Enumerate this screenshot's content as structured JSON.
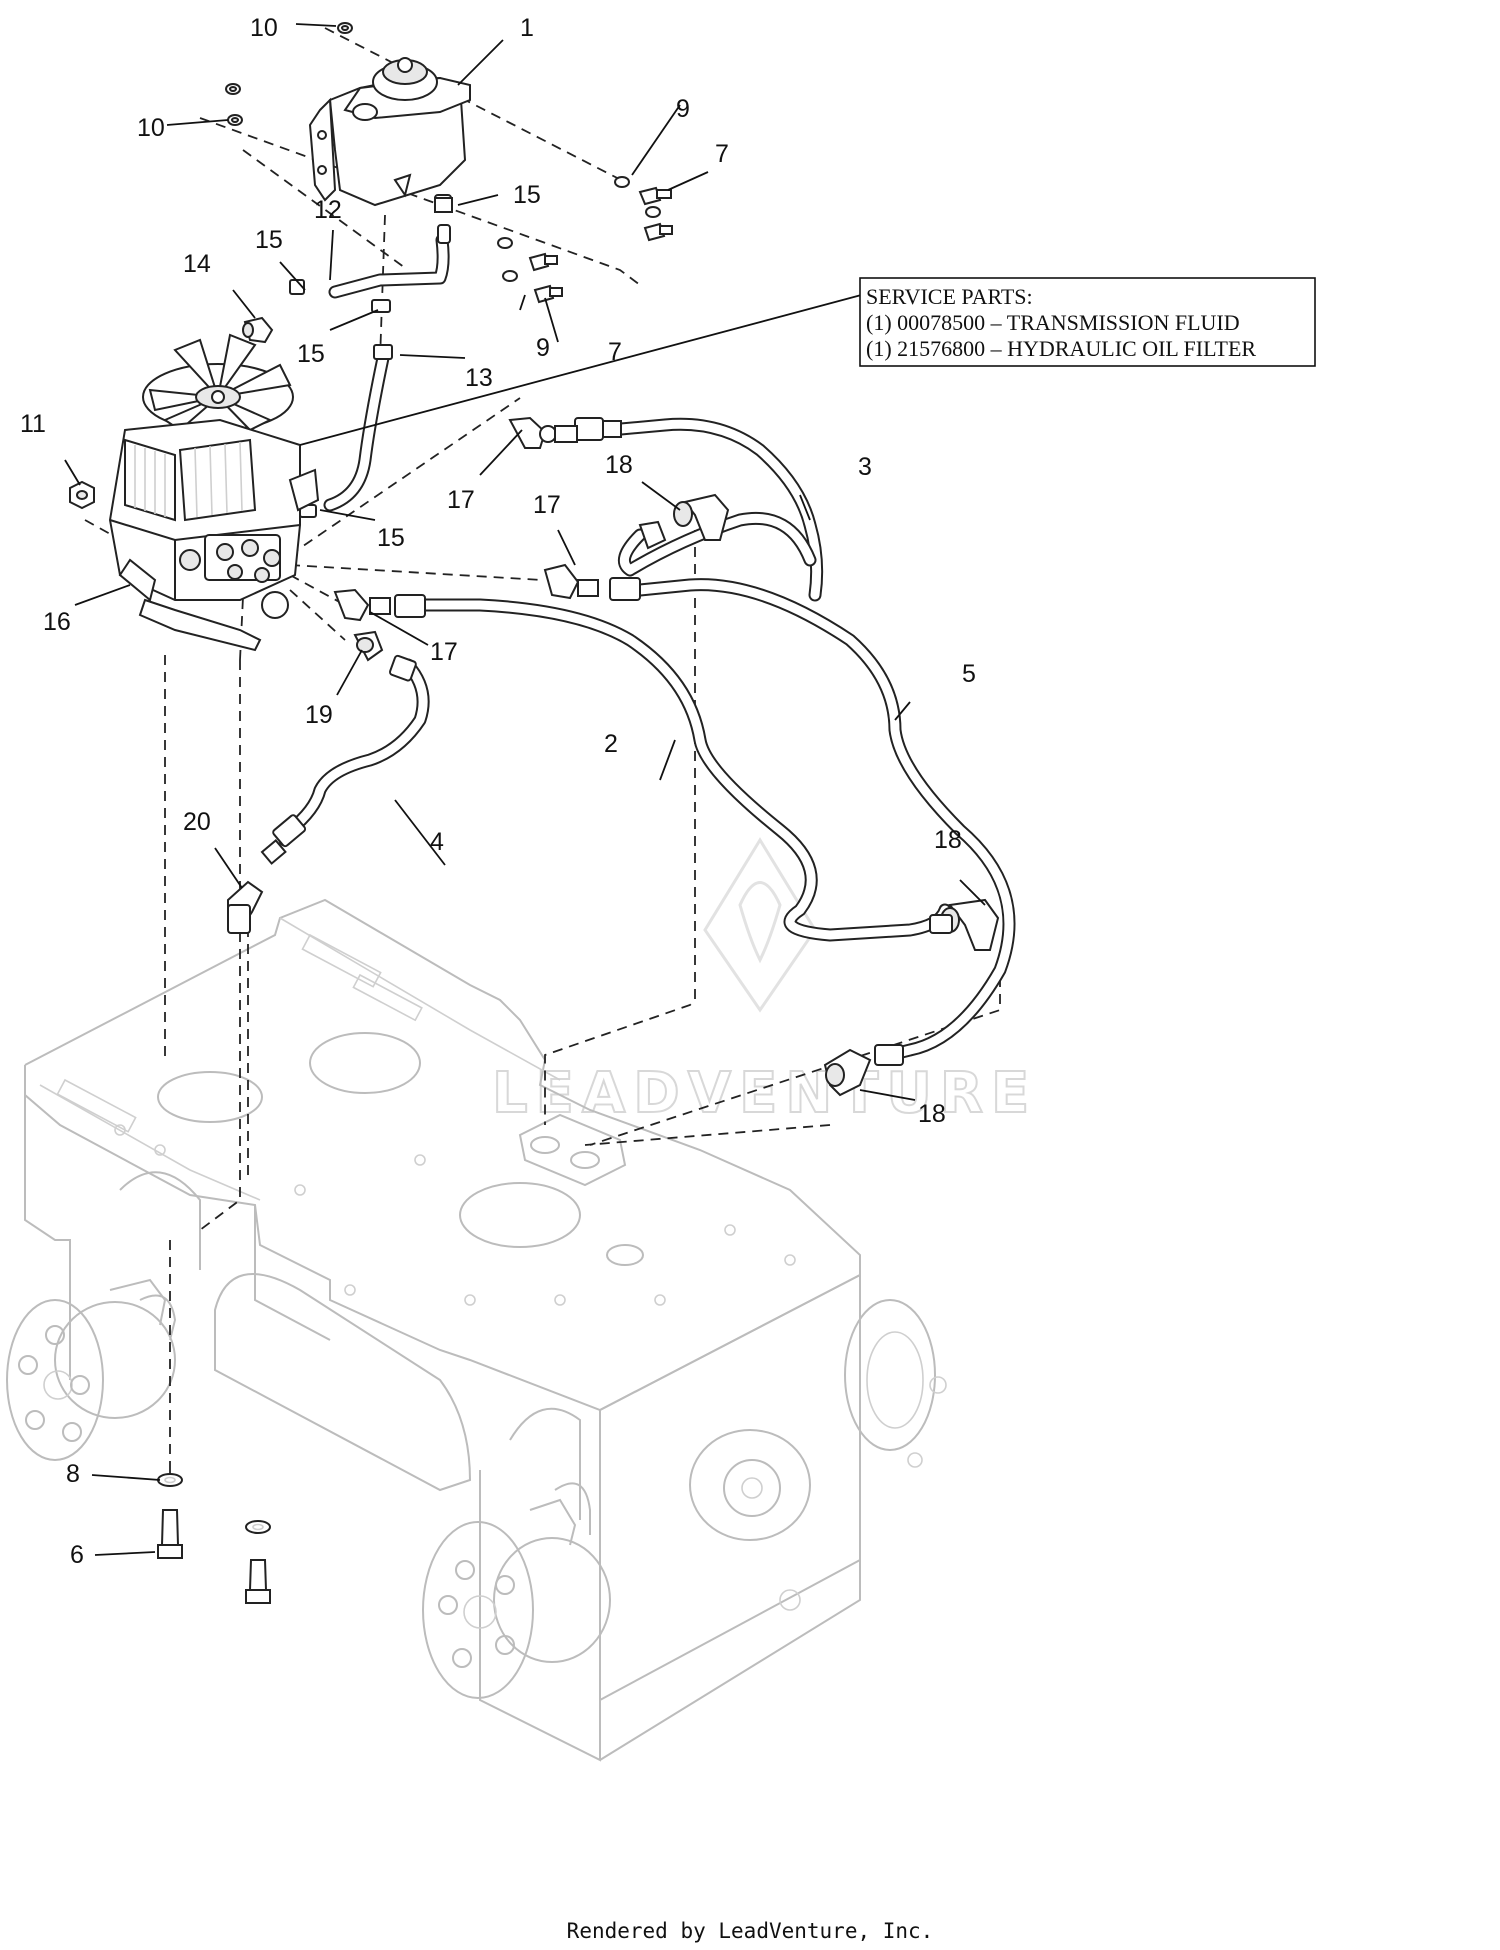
{
  "callouts": {
    "c1": "1",
    "c2": "2",
    "c3": "3",
    "c4": "4",
    "c5": "5",
    "c6": "6",
    "c7a": "7",
    "c7b": "7",
    "c8": "8",
    "c9a": "9",
    "c9b": "9",
    "c10a": "10",
    "c10b": "10",
    "c11": "11",
    "c12": "12",
    "c13": "13",
    "c14": "14",
    "c15a": "15",
    "c15b": "15",
    "c15c": "15",
    "c15d": "15",
    "c16": "16",
    "c17a": "17",
    "c17b": "17",
    "c17c": "17",
    "c18a": "18",
    "c18b": "18",
    "c18c": "18",
    "c19": "19",
    "c20": "20"
  },
  "service_parts": {
    "heading": "SERVICE PARTS:",
    "line1": "(1) 00078500 – TRANSMISSION FLUID",
    "line2": "(1) 21576800 – HYDRAULIC OIL FILTER"
  },
  "watermark": "LEADVENTURE",
  "footer": "Rendered by LeadVenture, Inc."
}
